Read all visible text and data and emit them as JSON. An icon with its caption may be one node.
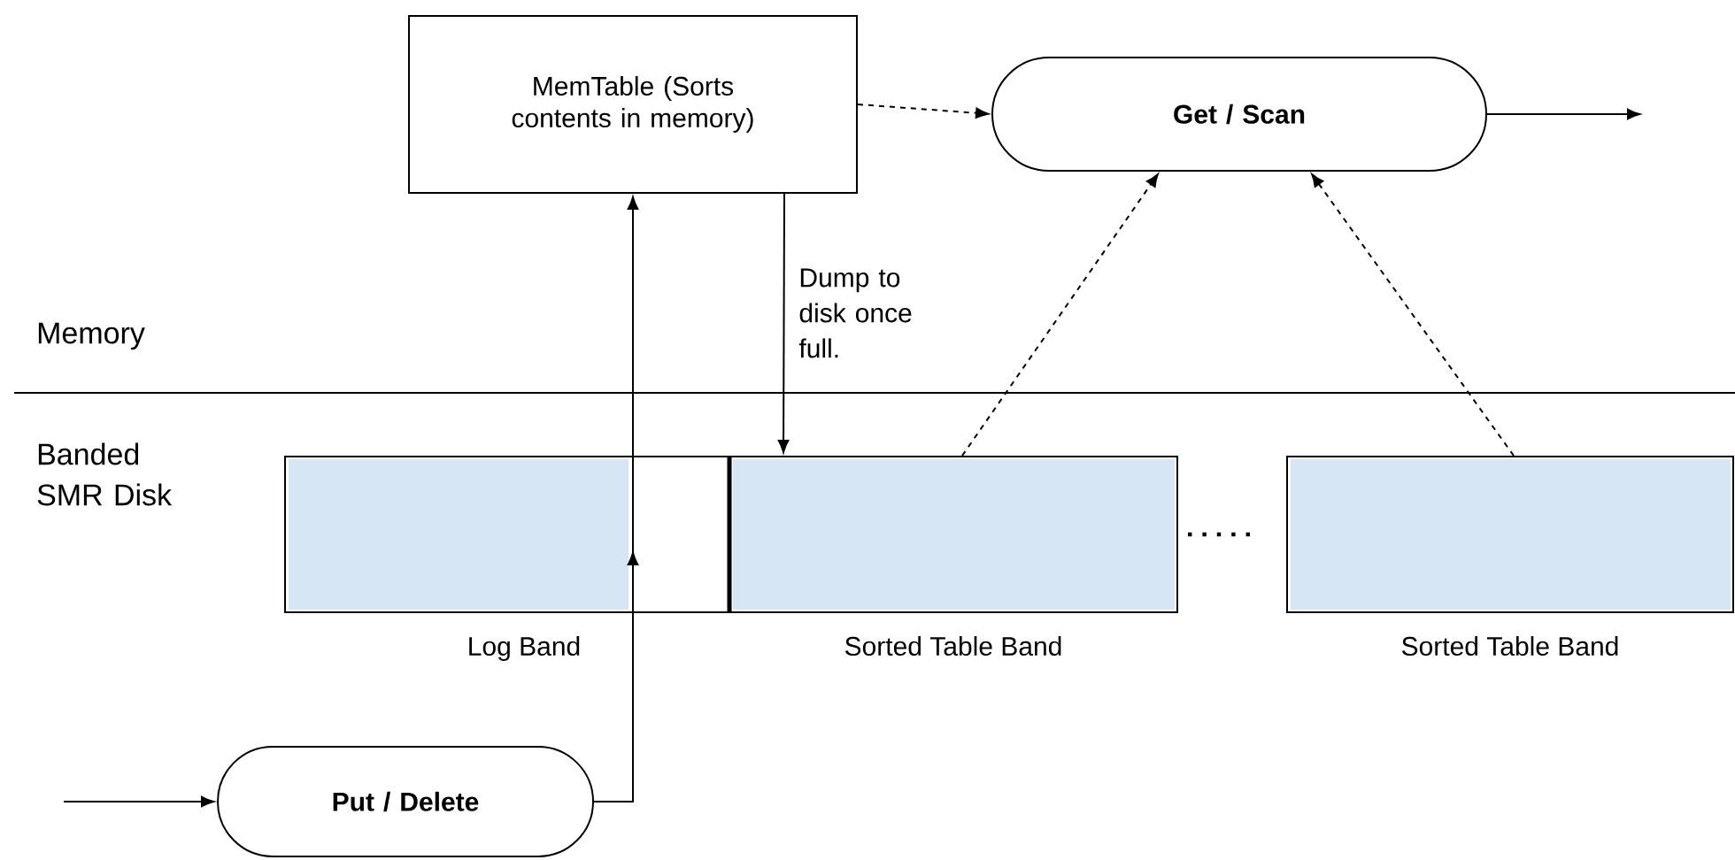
{
  "diagram": {
    "nodes": [
      {
        "text": [
          "MemTable (Sorts contents in memory)"
        ]
      },
      {
        "text": [
          "**Get / Scan**"
        ]
      },
      {
        "text": [
          "**Put / Delete**"
        ]
      },
      {
        "text": [],
        "shape": "box",
        "beside": [
          "Log Band"
        ]
      },
      {
        "text": [],
        "shape": "box",
        "beside": [
          "Sorted Table Band"
        ]
      },
      {
        "text": [],
        "shape": "box",
        "beside": [
          "Sorted Table Band"
        ]
      }
    ],
    "edges": [
      {
        "from": null,
        "to": 2,
        "arrow": "to"
      },
      {
        "from": 2,
        "to": 0,
        "arrow": "to"
      },
      {
        "from": 0,
        "to": 4,
        "arrow": "to",
        "label": "Dump to disk once full."
      },
      {
        "from": 0,
        "to": 1,
        "arrow": "to",
        "style": "dashed"
      },
      {
        "from": 1,
        "to": null,
        "arrow": "to"
      },
      {
        "from": 4,
        "to": 1,
        "arrow": "to",
        "style": "dashed"
      },
      {
        "from": 5,
        "to": 1,
        "arrow": "to",
        "style": "dashed"
      }
    ],
    "labels": [
      "Memory",
      "Banded SMR Disk"
    ]
  }
}
